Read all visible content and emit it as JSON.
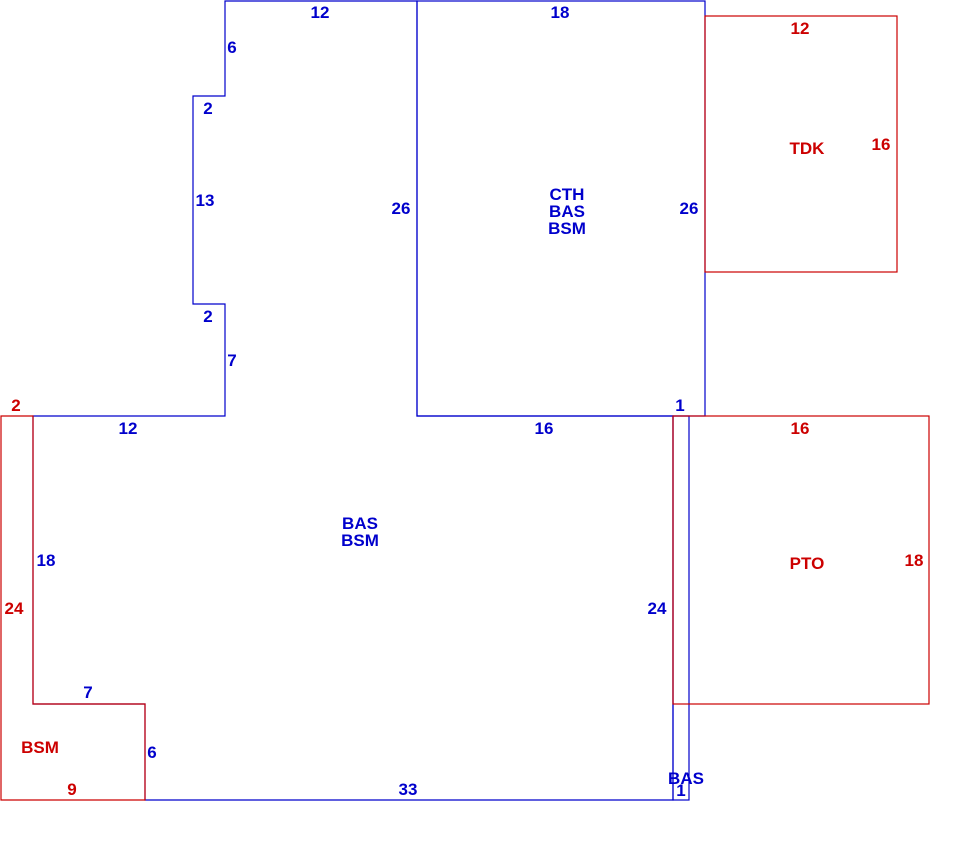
{
  "colors": {
    "main": "#0000cc",
    "addition": "#cc0000"
  },
  "dimensions": {
    "main_top_left": "12",
    "main_left_upper": "6",
    "main_notch_top": "2",
    "main_left_mid": "13",
    "main_notch_bottom": "2",
    "main_left_lower": "7",
    "main_mid_left_top": "12",
    "main_left_side": "18",
    "bsm_notch_top": "7",
    "bsm_notch_side": "6",
    "main_bottom": "33",
    "main_right_side": "24",
    "cth_top": "18",
    "cth_left": "26",
    "cth_right": "26",
    "cth_bottom": "16",
    "cth_corner": "1",
    "bas_strip_width": "1",
    "tdk_top": "12",
    "tdk_right": "16",
    "pto_top": "16",
    "pto_right": "18",
    "bsm_top": "2",
    "bsm_left": "24",
    "bsm_bottom": "9"
  },
  "labels": {
    "main_area": [
      "BAS",
      "BSM"
    ],
    "cth_area": [
      "CTH",
      "BAS",
      "BSM"
    ],
    "tdk": "TDK",
    "pto": "PTO",
    "bsm": "BSM",
    "bas_strip": "BAS"
  }
}
